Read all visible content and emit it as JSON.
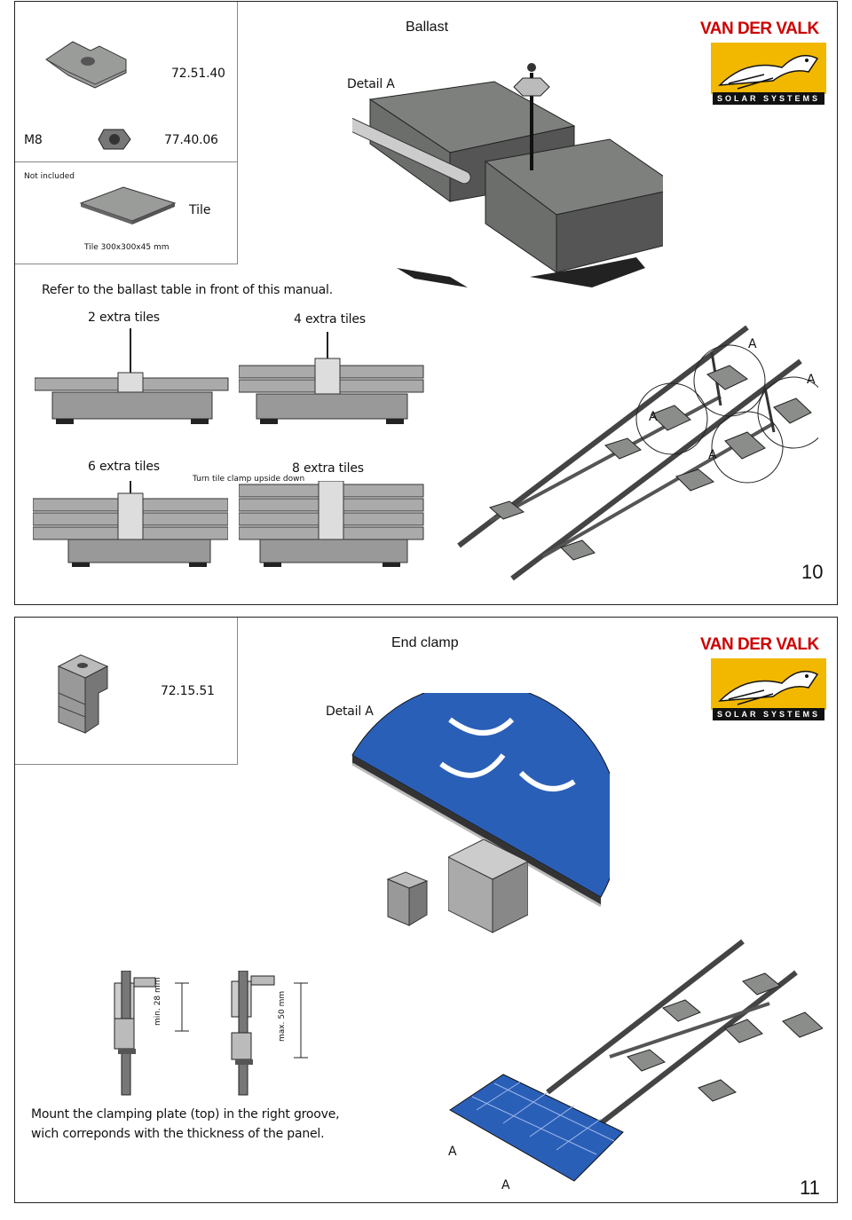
{
  "page10": {
    "title": "Ballast",
    "logo": {
      "name": "VAN DER VALK",
      "sub": "SOLAR SYSTEMS"
    },
    "parts": [
      {
        "label": "",
        "code": "72.51.40"
      },
      {
        "label": "M8",
        "code": "77.40.06"
      }
    ],
    "not_included": "Not included",
    "tile_label": "Tile",
    "tile_dims": "Tile 300x300x45 mm",
    "detail_label": "Detail A",
    "instruction": "Refer to the ballast table in front of this manual.",
    "configs": [
      "2 extra tiles",
      "4 extra tiles",
      "6 extra tiles",
      "8 extra tiles"
    ],
    "turn_note": "Turn tile clamp upside down",
    "marker": "A",
    "page_number": "10"
  },
  "page11": {
    "title": "End clamp",
    "logo": {
      "name": "VAN DER VALK",
      "sub": "SOLAR SYSTEMS"
    },
    "part_code": "72.15.51",
    "detail_label": "Detail A",
    "dim_min": "min. 28 mm",
    "dim_max": "max. 50 mm",
    "instruction_line1": "Mount the clamping plate (top) in the right groove,",
    "instruction_line2": "wich correponds with the thickness of the panel.",
    "marker": "A",
    "page_number": "11"
  },
  "colors": {
    "logo_red": "#cc0000",
    "logo_yellow": "#f2b800",
    "panel_blue": "#2a5fb8",
    "tile_gray": "#8a8d8a"
  }
}
